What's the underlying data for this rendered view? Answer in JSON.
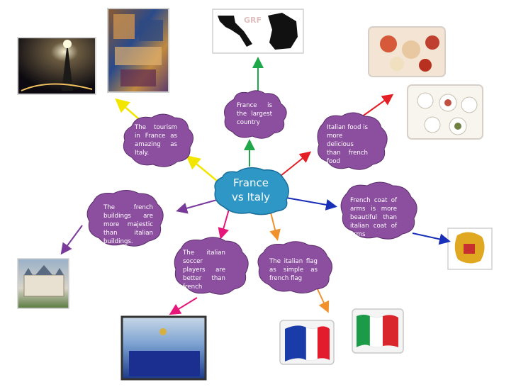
{
  "center": {
    "line1": "France",
    "line2": "vs Italy",
    "fill": "#2f97c6"
  },
  "clouds": [
    {
      "id": "largest-country",
      "text": "France is the largest country"
    },
    {
      "id": "tourism",
      "text": "The tourism in France as amazing as Italy."
    },
    {
      "id": "food",
      "text": "Italian food is more delicious than french food"
    },
    {
      "id": "buildings",
      "text": "The french buildings are more majestic than italian buildings."
    },
    {
      "id": "coat-of-arms",
      "text": "French coat of arms is more beautiful than italian coat of arms"
    },
    {
      "id": "soccer",
      "text": "The italian soccer players are better than french"
    },
    {
      "id": "flag",
      "text": "The italian flag as simple as french flag"
    }
  ],
  "colors": {
    "cloud_fill": "#8c4fa0",
    "cloud_stroke": "#5b2d6a",
    "arrow_green": "#1ea84a",
    "arrow_yellow": "#f2e600",
    "arrow_red": "#e31e24",
    "arrow_blue": "#1a2fb8",
    "arrow_purple": "#7a3a9a",
    "arrow_magenta": "#e6157a",
    "arrow_orange": "#f0912d"
  },
  "images": {
    "map_watermark": "GRF"
  }
}
